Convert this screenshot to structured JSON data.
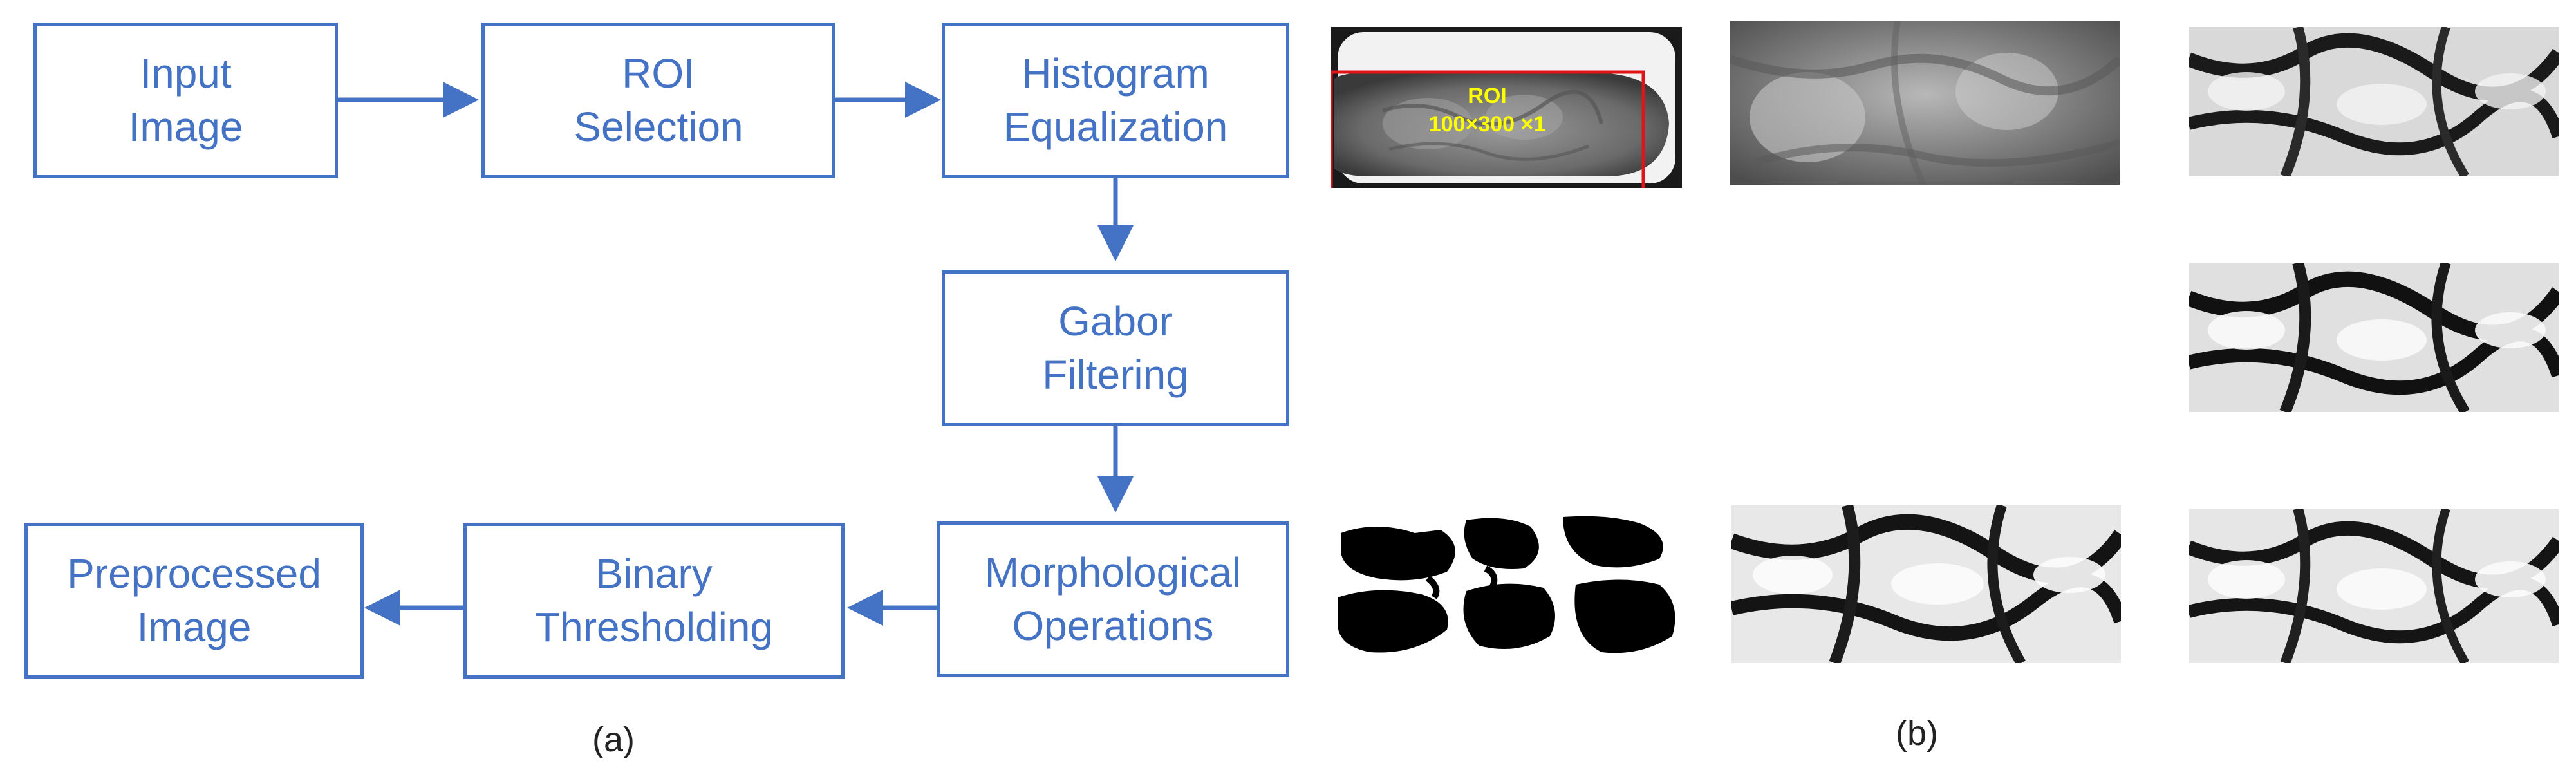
{
  "flowchart": {
    "nodes": {
      "input": "Input\nImage",
      "roi": "ROI\nSelection",
      "hist": "Histogram\nEqualization",
      "gabor": "Gabor\nFiltering",
      "morph": "Morphological\nOperations",
      "binary": "Binary\nThresholding",
      "output": "Preprocessed\nImage"
    },
    "caption": "(a)"
  },
  "images": {
    "roi_label": "ROI",
    "roi_size": "100×300 ×1",
    "caption": "(b)"
  },
  "colors": {
    "flow": "#4472C4",
    "roi_box": "#e0141b",
    "roi_text": "#ffff00"
  }
}
